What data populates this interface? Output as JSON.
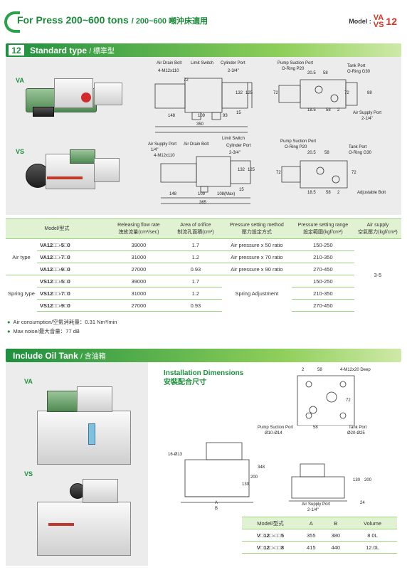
{
  "header": {
    "title": "For Press 200~600 tons",
    "subtitle": "/ 200~600 噸沖床適用",
    "model_label": "Model :",
    "model_top": "VA",
    "model_bottom": "VS",
    "model_number": "12"
  },
  "section1": {
    "number": "12",
    "title": "Standard type",
    "title_cn": "/ 標準型",
    "va_label": "VA",
    "vs_label": "VS",
    "va_drawing": {
      "air_drain_bolt": "Air Drain Bolt",
      "limit_switch": "Limit Switch",
      "cylinder_port": "Cylinder Port",
      "m12": "4-M12x110",
      "port_size": "2-3/4\"",
      "dims": [
        "148",
        "109",
        "93",
        "350",
        "132",
        "125",
        "15",
        "72"
      ]
    },
    "va_side": {
      "pump_suction_port": "Pump Suction Port",
      "oring_p20": "O-Ring P20",
      "tank_port": "Tank Port",
      "oring_g30": "O-Ring G30",
      "air_supply_port": "Air Supply Port",
      "air_size": "2-1/4\"",
      "dims": [
        "20.5",
        "58",
        "18.5",
        "58",
        "2",
        "72",
        "88",
        "72"
      ]
    },
    "vs_drawing": {
      "limit_switch": "Limit Switch",
      "air_supply_port": "Air Supply Port",
      "air_drain_bolt": "Air Drain Bolt",
      "cylinder_port": "Cylinder Port",
      "air_size": "1/4\"",
      "m12": "4-M12x110",
      "port_size": "2-3/4\"",
      "dims": [
        "148",
        "109",
        "108(Max)",
        "365",
        "132",
        "125",
        "15"
      ]
    },
    "vs_side": {
      "pump_suction_port": "Pump Suction Port",
      "oring_p20": "O-Ring P20",
      "tank_port": "Tank Port",
      "oring_g30": "O-Ring G30",
      "adjustable_bolt": "Adjustable Bolt",
      "dims": [
        "20.5",
        "58",
        "18.5",
        "58",
        "2",
        "72",
        "72"
      ]
    }
  },
  "spec_table": {
    "headers": [
      "Model/型式",
      "Releasing flow rate\n洩放流量(cm³/sec)",
      "Area of orifice\n制流孔面積(cm²)",
      "Pressure setting method\n壓力設定方式",
      "Pressure setting range\n設定範圍(kgf/cm²)",
      "Air supply\n空氣壓力(kgf/cm²)"
    ],
    "groups": [
      "Air type",
      "Spring type"
    ],
    "rows": [
      {
        "model": "VA12□□-5□0",
        "flow": "39000",
        "area": "1.7",
        "method": "Air pressure x 50 ratio",
        "range": "150-250"
      },
      {
        "model": "VA12□□-7□0",
        "flow": "31000",
        "area": "1.2",
        "method": "Air pressure x 70 ratio",
        "range": "210-350"
      },
      {
        "model": "VA12□□-9□0",
        "flow": "27000",
        "area": "0.93",
        "method": "Air pressure x 90 ratio",
        "range": "270-450"
      },
      {
        "model": "VS12□□-5□0",
        "flow": "39000",
        "area": "1.7",
        "method": "",
        "range": "150-250"
      },
      {
        "model": "VS12□□-7□0",
        "flow": "31000",
        "area": "1.2",
        "method": "",
        "range": "210-350"
      },
      {
        "model": "VS12□□-9□0",
        "flow": "27000",
        "area": "0.93",
        "method": "",
        "range": "270-450"
      }
    ],
    "spring_method": "Spring Adjustment",
    "air_supply": "3-5"
  },
  "notes": [
    "Air consumption/空氣消耗量：0.31 Nm³/min",
    "Max noise/最大音量：77 dB"
  ],
  "section2": {
    "title": "Include Oil Tank",
    "title_cn": "/ 含油箱",
    "va_label": "VA",
    "vs_label": "VS",
    "install_title": "Installation Dimensions",
    "install_title_cn": "安裝配合尺寸",
    "top_view": {
      "dims": [
        "2",
        "58",
        "72",
        "58"
      ],
      "m12": "4-M12x20 Deep",
      "pump_suction_port": "Pump Suction Port",
      "pump_size": "Ø10-Ø14",
      "tank_port": "Tank Port",
      "tank_size": "Ø20-Ø25"
    },
    "front_view": {
      "holes": "16-Ø13",
      "dims": [
        "348",
        "200",
        "130",
        "A",
        "B"
      ]
    },
    "side_view": {
      "dims": [
        "130",
        "200",
        "24"
      ],
      "air_supply_port": "Air Supply Port",
      "air_size": "2-1/4\""
    }
  },
  "volume_table": {
    "headers": [
      "Model/型式",
      "A",
      "B",
      "Volume"
    ],
    "rows": [
      {
        "model": "V□12□-□□5",
        "a": "355",
        "b": "380",
        "volume": "8.0L"
      },
      {
        "model": "V□12□-□□8",
        "a": "415",
        "b": "440",
        "volume": "12.0L"
      }
    ]
  },
  "colors": {
    "brand_green": "#1e8f3e",
    "model_red": "#e0301e",
    "table_header": "#e1f2d2",
    "panel_gray": "#ececec"
  }
}
